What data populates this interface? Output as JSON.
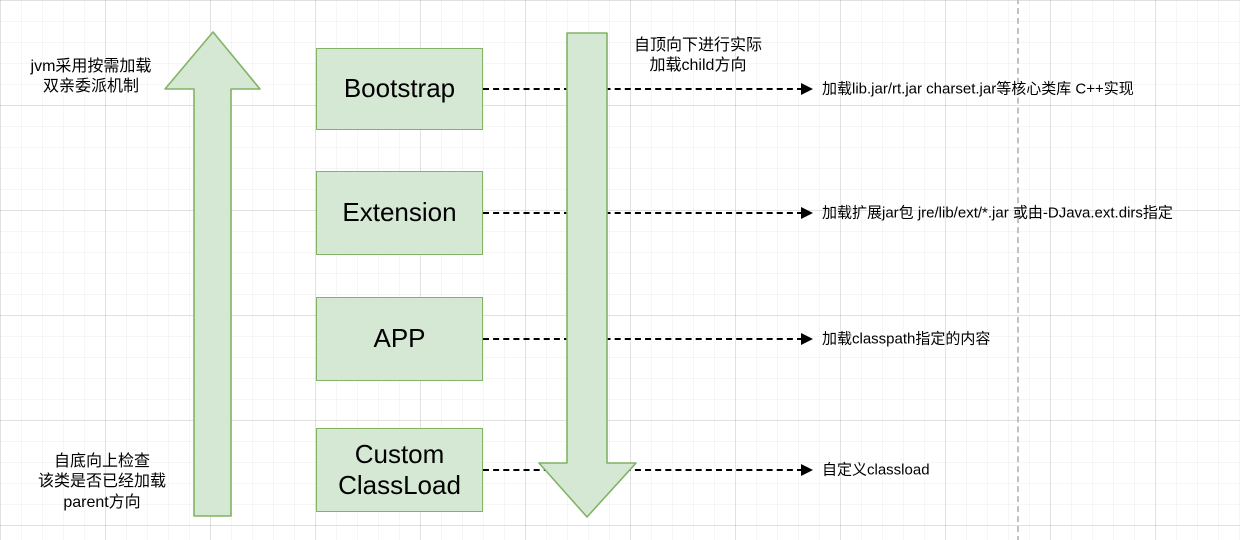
{
  "colors": {
    "shape_fill": "#d5e8d4",
    "shape_border": "#82b366",
    "connector": "#000000",
    "guide": "#c2c2c2",
    "ink": "#000000"
  },
  "annotations": {
    "top_left": {
      "line1": "jvm采用按需加载",
      "line2": "双亲委派机制"
    },
    "top_middle": {
      "line1": "自顶向下进行实际",
      "line2": "加载child方向"
    },
    "bottom_left": {
      "line1": "自底向上检查",
      "line2": "该类是否已经加载",
      "line3": "parent方向"
    }
  },
  "loaders": [
    {
      "label": "Bootstrap",
      "description": "加载lib.jar/rt.jar charset.jar等核心类库 C++实现"
    },
    {
      "label": "Extension",
      "description": "加载扩展jar包 jre/lib/ext/*.jar 或由-DJava.ext.dirs指定"
    },
    {
      "label": "APP",
      "description": "加载classpath指定的内容"
    },
    {
      "label": "Custom ClassLoad",
      "description": "自定义classload"
    }
  ]
}
